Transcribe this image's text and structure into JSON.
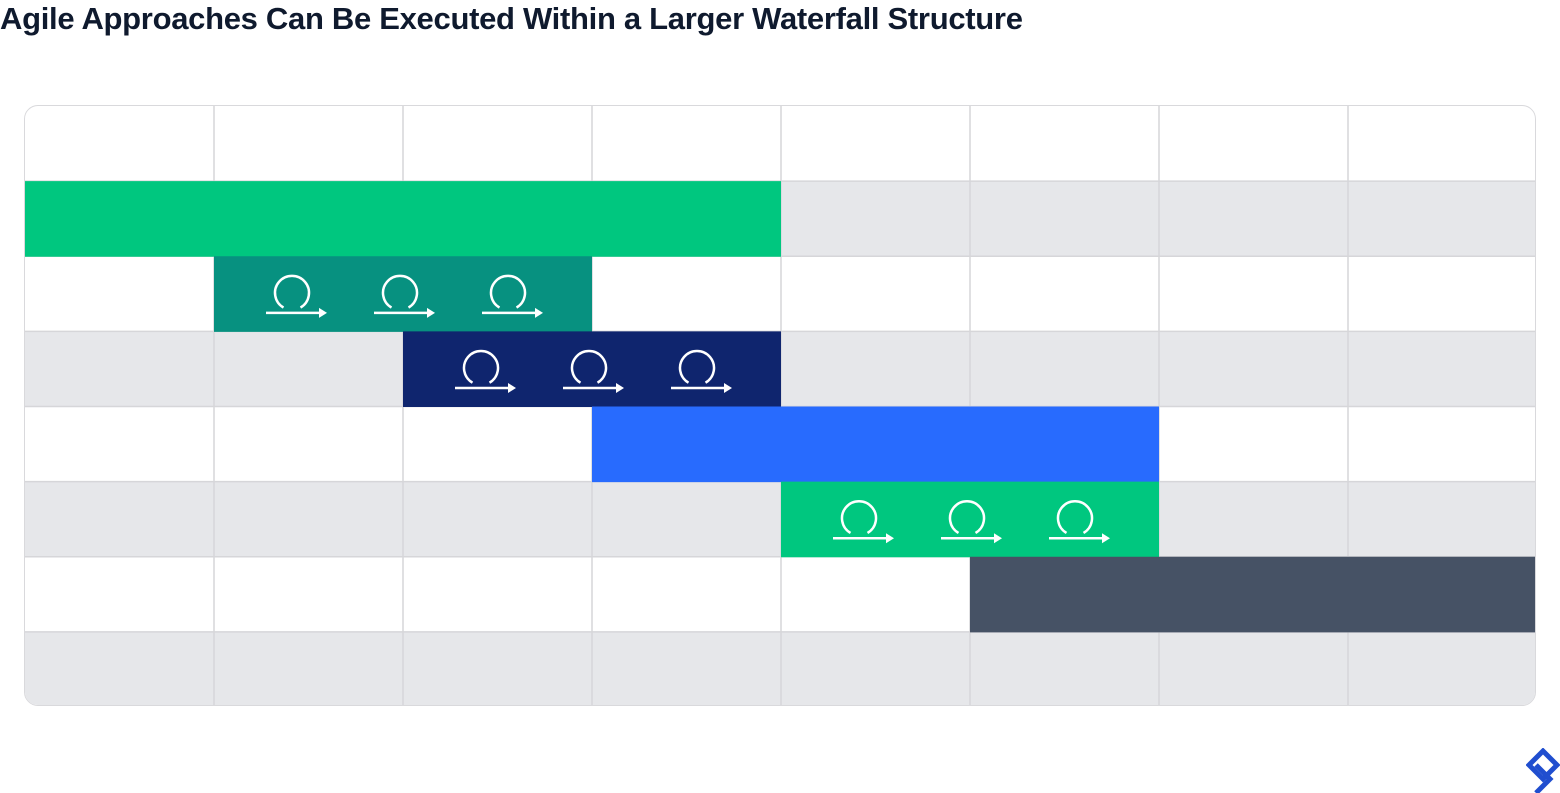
{
  "title": "Agile Approaches Can Be Executed Within a Larger Waterfall Structure",
  "timeline": {
    "column_count": 8,
    "row_count": 8,
    "colors": {
      "row_stripe": "#e6e7ea",
      "gridline": "#d6d6d9"
    },
    "bars": [
      {
        "row": 1,
        "start": 0,
        "end": 4,
        "color": "#00c77f",
        "iterations": 0
      },
      {
        "row": 2,
        "start": 1,
        "end": 3,
        "color": "#079180",
        "iterations": 3
      },
      {
        "row": 3,
        "start": 2,
        "end": 4,
        "color": "#0f256e",
        "iterations": 3
      },
      {
        "row": 4,
        "start": 3,
        "end": 6,
        "color": "#286bfe",
        "iterations": 0
      },
      {
        "row": 5,
        "start": 4,
        "end": 6,
        "color": "#00c77f",
        "iterations": 3
      },
      {
        "row": 6,
        "start": 5,
        "end": 8,
        "color": "#465265",
        "iterations": 0
      }
    ]
  },
  "brand": {
    "color": "#204ecf"
  }
}
